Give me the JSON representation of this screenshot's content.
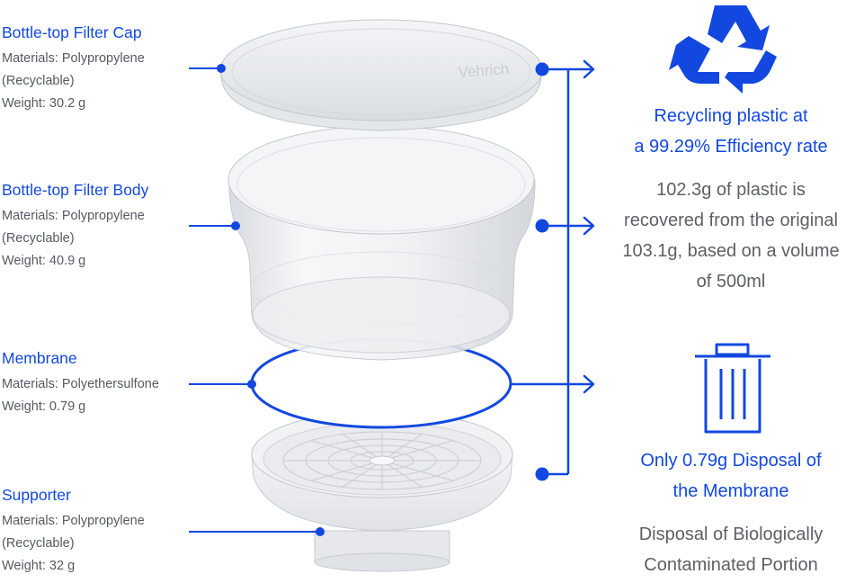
{
  "parts": [
    {
      "title": "Bottle-top Filter Cap",
      "lines": [
        "Materials: Polypropylene",
        "(Recyclable)",
        "Weight: 30.2 g"
      ]
    },
    {
      "title": "Bottle-top Filter Body",
      "lines": [
        "Materials: Polypropylene",
        "(Recyclable)",
        "Weight: 40.9 g"
      ]
    },
    {
      "title": "Membrane",
      "lines": [
        "Materials: Polyethersulfone",
        "Weight: 0.79 g"
      ]
    },
    {
      "title": "Supporter",
      "lines": [
        "Materials: Polypropylene",
        "(Recyclable)",
        "Weight: 32 g"
      ]
    }
  ],
  "cap_brand": "Vehrich",
  "recycle": {
    "icon": "recycle-icon",
    "headline": [
      "Recycling plastic at",
      "a 99.29% Efficiency rate"
    ],
    "body": [
      "102.3g of plastic is",
      "recovered from the original",
      "103.1g, based on a volume",
      "of 500ml"
    ]
  },
  "disposal": {
    "icon": "trash-can-icon",
    "headline": [
      "Only 0.79g Disposal of",
      "the Membrane"
    ],
    "body": [
      "Disposal of Biologically",
      "Contaminated Portion"
    ]
  },
  "colors": {
    "accent": "#1248e0",
    "text_gray": "#555a63",
    "body_gray": "#5d6066"
  }
}
